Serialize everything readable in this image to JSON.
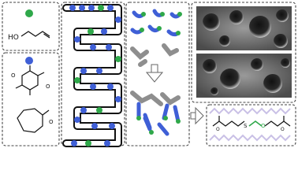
{
  "colors": {
    "green": "#2fa84a",
    "blue": "#3f5fd6",
    "gray": "#8e8e8e",
    "backdrop": "#d6d6d6",
    "lilac": "#c9c0e6",
    "sem_bg": "#6f6f6f"
  },
  "panels": {
    "monomers": {
      "monomer_1": "allyl alcohol",
      "monomer_2": "lactide",
      "monomer_3": "caprolactone"
    },
    "sem": {
      "images": [
        "sem-top",
        "sem-bottom"
      ]
    }
  },
  "icons": [
    "down-arrow-icon",
    "right-arrow-icon"
  ]
}
